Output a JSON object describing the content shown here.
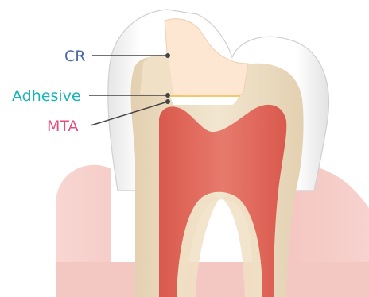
{
  "labels": {
    "cr": "CR",
    "adhesive": "Adhesive",
    "mta": "MTA"
  },
  "colors": {
    "cr_label": "#4a6aa8",
    "adhesive_label": "#19b2b8",
    "mta_label": "#e0507e",
    "enamel": "#ffffff",
    "enamel_shadow": "#dcdcdc",
    "gum": "#f4c4c0",
    "dentin": "#eedfc6",
    "composite_resin": "#fde6d2",
    "adhesive_layer": "#f2c24a",
    "pulp": "#de6b5e",
    "leader_line": "#444444"
  }
}
